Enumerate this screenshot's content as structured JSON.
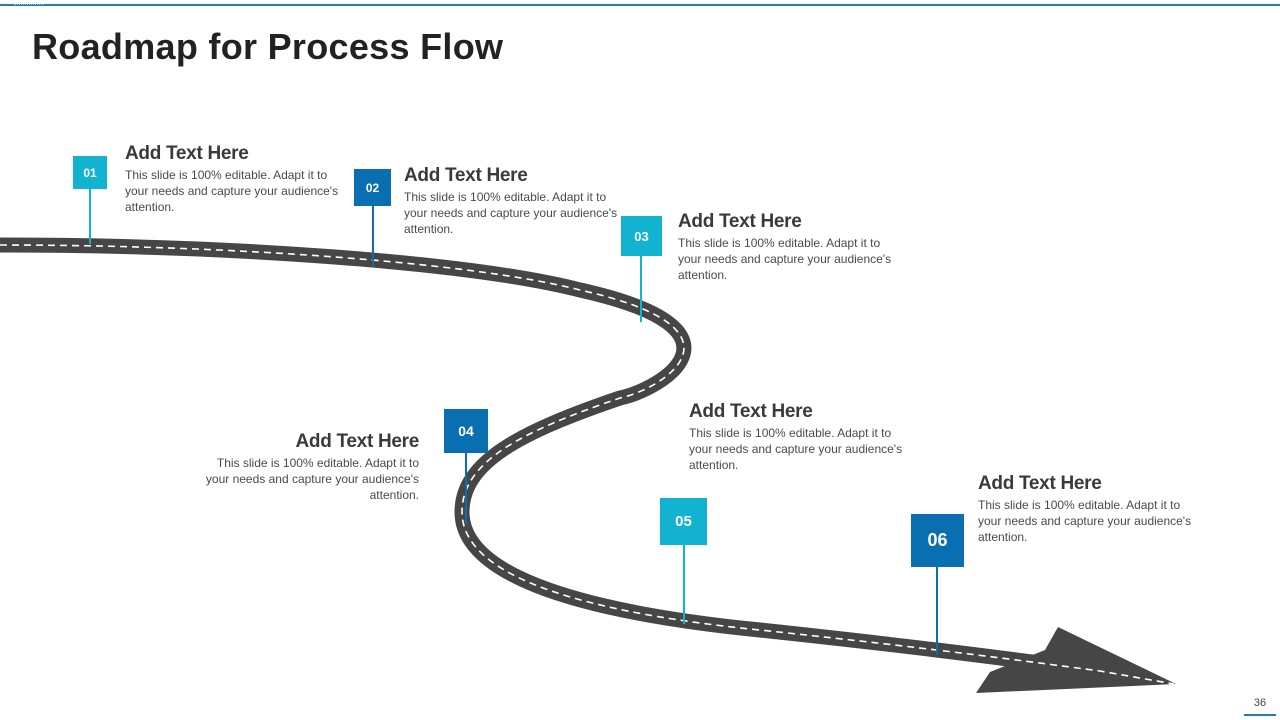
{
  "title": "Roadmap for Process Flow",
  "page_number": "36",
  "colors": {
    "light": "#12b2d1",
    "dark": "#0a6fb0",
    "road": "#464646",
    "accent": "#1d7fb8"
  },
  "steps": [
    {
      "number": "01",
      "heading": "Add Text Here",
      "body": "This slide is 100% editable. Adapt it to your needs and capture your audience's attention."
    },
    {
      "number": "02",
      "heading": "Add Text Here",
      "body": "This slide is 100% editable. Adapt it to your needs and capture your audience's attention."
    },
    {
      "number": "03",
      "heading": "Add Text Here",
      "body": "This slide is 100% editable. Adapt it to your needs and capture your audience's attention."
    },
    {
      "number": "04",
      "heading": "Add Text Here",
      "body": "This slide is 100% editable. Adapt it to your needs and capture your audience's attention."
    },
    {
      "number": "05",
      "heading": "Add Text Here",
      "body": "This slide is 100% editable. Adapt it to your needs and capture your audience's attention."
    },
    {
      "number": "06",
      "heading": "Add Text Here",
      "body": "This slide is 100% editable. Adapt it to your needs and capture your audience's attention."
    }
  ]
}
